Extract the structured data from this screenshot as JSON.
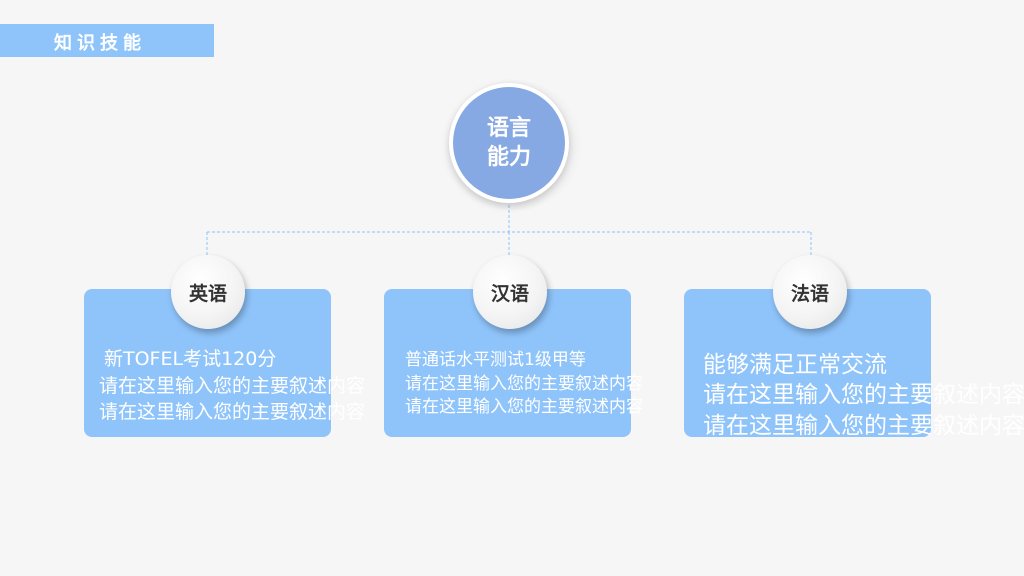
{
  "header": {
    "title": "知识技能"
  },
  "root": {
    "label": "语言能力"
  },
  "nodes": [
    {
      "name": "英语",
      "lines": [
        "新TOFEL考试120分",
        "请在这里输入您的主要叙述内容",
        "请在这里输入您的主要叙述内容"
      ]
    },
    {
      "name": "汉语",
      "lines": [
        "普通话水平测试1级甲等",
        "请在这里输入您的主要叙述内容",
        "请在这里输入您的主要叙述内容"
      ]
    },
    {
      "name": "法语",
      "lines": [
        "能够满足正常交流",
        "请在这里输入您的主要叙述内容",
        "请在这里输入您的主要叙述内容"
      ]
    }
  ],
  "colors": {
    "card": "#8fc4fb",
    "root": "#87a9e3",
    "connector": "#8fc4fb",
    "background": "#f6f6f7"
  }
}
